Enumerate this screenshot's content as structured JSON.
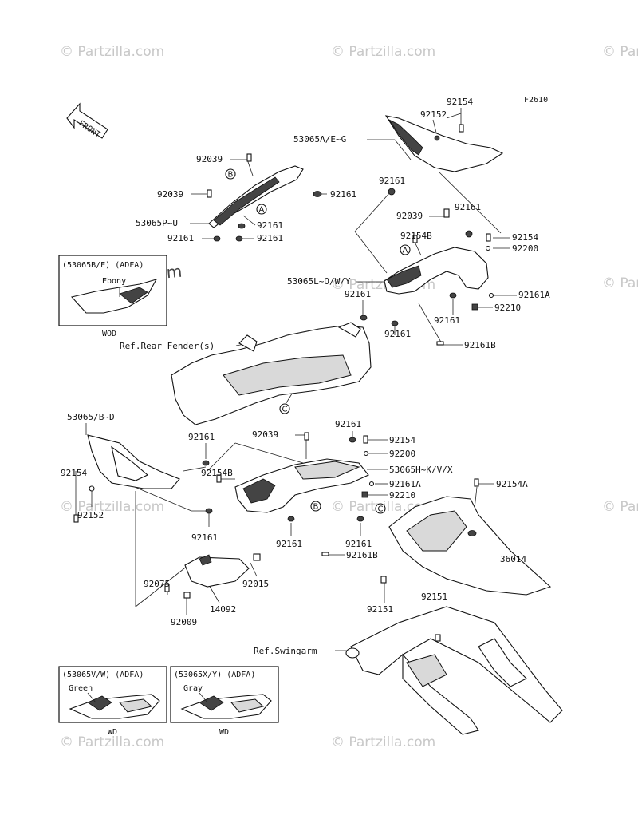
{
  "figure_code": "F2610",
  "front_label": "FRONT",
  "watermark": "© Partzilla.com",
  "markers": {
    "a": "A",
    "b": "B",
    "c": "C"
  },
  "labels": {
    "p92154_top": "92154",
    "p92152_top": "92152",
    "p53065AEG": "53065A/E~G",
    "p92039_a": "92039",
    "p92039_b": "92039",
    "p92161_a": "92161",
    "p53065PU": "53065P~U",
    "p92161_b": "92161",
    "p92161_c": "92161",
    "p92161_d": "92161",
    "p92161_e": "92161",
    "p92039_c": "92039",
    "p92161_f": "92161",
    "p92154B_a": "92154B",
    "p92154_b": "92154",
    "p92200_a": "92200",
    "p53065LOWY": "53065L~O/W/Y",
    "p92161_g": "92161",
    "p92161A_a": "92161A",
    "p92210_a": "92210",
    "p92161_h": "92161",
    "p92161_i": "92161",
    "p92161B_a": "92161B",
    "ref_rear_fender": "Ref.Rear Fender(s)",
    "p53065BD": "53065/B~D",
    "p92161_j": "92161",
    "p92039_d": "92039",
    "p92161_k": "92161",
    "p92154_c": "92154",
    "p92200_b": "92200",
    "p53065HKVX": "53065H~K/V/X",
    "p92154_d": "92154",
    "p92154B_b": "92154B",
    "p92161A_b": "92161A",
    "p92154A": "92154A",
    "p92152_b": "92152",
    "p92210_b": "92210",
    "p92161_l": "92161",
    "p92161_m": "92161",
    "p92161_n": "92161",
    "p92161B_b": "92161B",
    "p36014": "36014",
    "p92075": "92075",
    "p92015": "92015",
    "p92151_a": "92151",
    "p92151_b": "92151",
    "p92009": "92009",
    "p14092": "14092",
    "ref_swingarm": "Ref.Swingarm"
  },
  "inset_ebony": {
    "code": "(53065B/E) (ADFA)",
    "color": "Ebony",
    "tag": "WOD"
  },
  "inset_green": {
    "code": "(53065V/W) (ADFA)",
    "color": "Green",
    "tag": "WD"
  },
  "inset_gray": {
    "code": "(53065X/Y) (ADFA)",
    "color": "Gray",
    "tag": "WD"
  }
}
